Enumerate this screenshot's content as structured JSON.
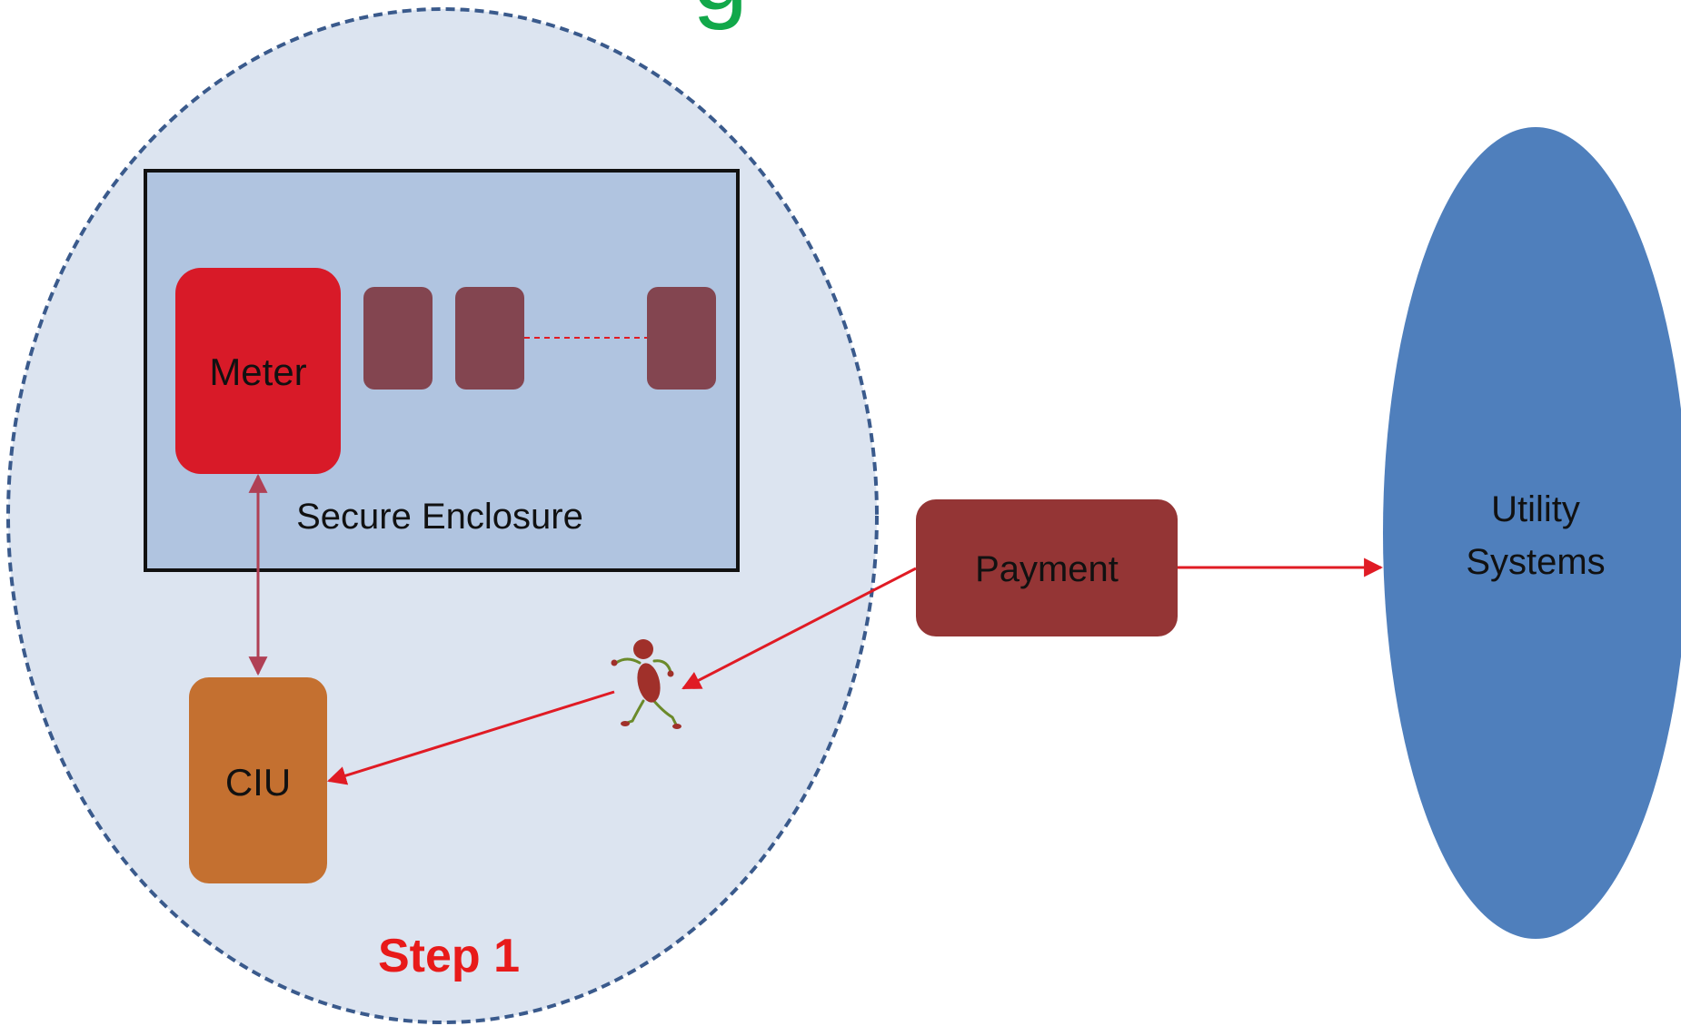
{
  "diagram": {
    "title_fragment": "g",
    "secure_enclosure": {
      "label": "Secure Enclosure"
    },
    "meter": {
      "label": "Meter"
    },
    "ciu": {
      "label": "CIU"
    },
    "payment": {
      "label": "Payment"
    },
    "utility": {
      "line1": "Utility",
      "line2": "Systems"
    },
    "step": {
      "label": "Step 1"
    },
    "colors": {
      "title_green": "#12a84a",
      "outer_region_fill": "#dce4f0",
      "outer_region_stroke": "#3a5a8c",
      "enclosure_fill": "#b0c4e0",
      "meter": "#d81a28",
      "device": "#834550",
      "ciu": "#c47030",
      "payment": "#943535",
      "utility": "#4f7fbc",
      "arrow": "#e01b24",
      "step_text": "#e81a1a"
    },
    "icons": [
      "running-figure-icon"
    ]
  }
}
